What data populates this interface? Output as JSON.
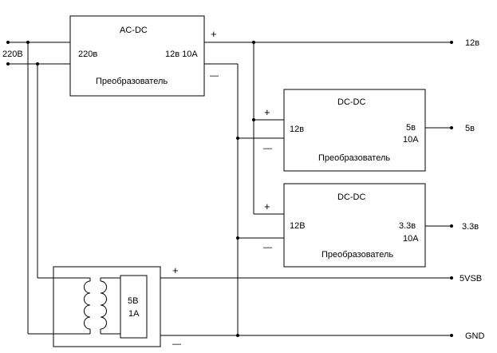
{
  "input": {
    "label": "220В"
  },
  "acdc": {
    "title": "AC-DC",
    "input_label": "220в",
    "output_label": "12в 10А",
    "caption": "Преобразователь",
    "plus": "+",
    "minus": "—"
  },
  "dcdc1": {
    "title": "DC-DC",
    "input_label": "12в",
    "output_label": "5в",
    "output_current": "10А",
    "caption": "Преобразователь",
    "plus": "+",
    "minus": "—"
  },
  "dcdc2": {
    "title": "DC-DC",
    "input_label": "12В",
    "output_label": "3.3в",
    "output_current": "10А",
    "caption": "Преобразователь",
    "plus": "+",
    "minus": "—"
  },
  "transformer": {
    "voltage": "5В",
    "current": "1А",
    "plus": "+",
    "minus": "—"
  },
  "outputs": {
    "v12": "12в",
    "v5": "5в",
    "v33": "3.3в",
    "v5sb": "5VSB",
    "gnd": "GND"
  }
}
